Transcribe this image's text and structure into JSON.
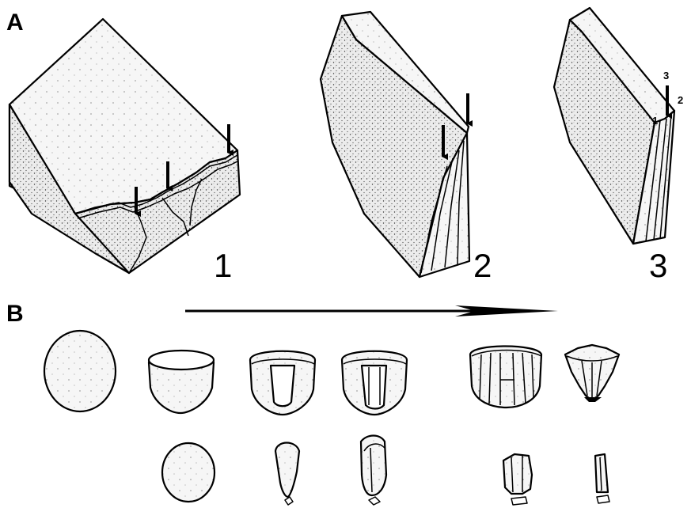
{
  "panels": {
    "a_label": "A",
    "b_label": "B"
  },
  "panel_a": {
    "step_1": "1",
    "step_2": "2",
    "step_3": "3",
    "removal_order": [
      "1",
      "2",
      "3"
    ]
  }
}
